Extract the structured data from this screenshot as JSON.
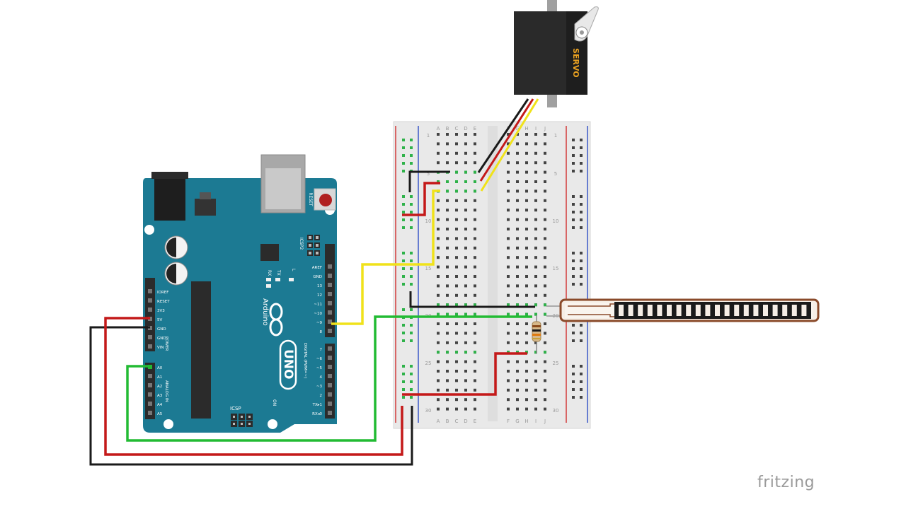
{
  "colors": {
    "board_teal": "#1c7a93",
    "breadboard_bg": "#e9e9e9",
    "hole_green": "#2fb24a",
    "rail_red": "#d23a3a",
    "rail_blue": "#3a58c8",
    "wire_red": "#c41919",
    "wire_black": "#1a1a1a",
    "wire_green": "#22bb33",
    "wire_yellow": "#f0e21a",
    "flex_sensor_border": "#8a4a2a"
  },
  "arduino": {
    "name": "UNO",
    "brand": "Arduino",
    "reset_label": "RESET",
    "icsp_label": "ICSP",
    "icsp2_label": "ICSP2",
    "tx_label": "TX",
    "rx_label": "RX",
    "l_label": "L",
    "on_label": "ON",
    "digital_label": "DIGITAL (PWM=~)",
    "power_label": "POWER",
    "analog_label": "ANALOG IN",
    "power_pins": [
      "IOREF",
      "RESET",
      "3V3",
      "5V",
      "GND",
      "GND",
      "VIN"
    ],
    "analog_pins": [
      "A0",
      "A1",
      "A2",
      "A3",
      "A4",
      "A5"
    ],
    "digital_pins_top": [
      "AREF",
      "GND",
      "13",
      "12",
      "~11",
      "~10",
      "~9",
      "8"
    ],
    "digital_pins_bottom": [
      "7",
      "~6",
      "~5",
      "4",
      "~3",
      "2",
      "TX▸1",
      "RX◂0"
    ]
  },
  "breadboard": {
    "column_labels_left": [
      "A",
      "B",
      "C",
      "D",
      "E"
    ],
    "column_labels_right": [
      "F",
      "G",
      "H",
      "I",
      "J"
    ],
    "row_numbers": [
      "1",
      "5",
      "10",
      "15",
      "20",
      "25",
      "30"
    ]
  },
  "servo": {
    "label": "SERVO"
  },
  "brand_logo": "fritzing"
}
